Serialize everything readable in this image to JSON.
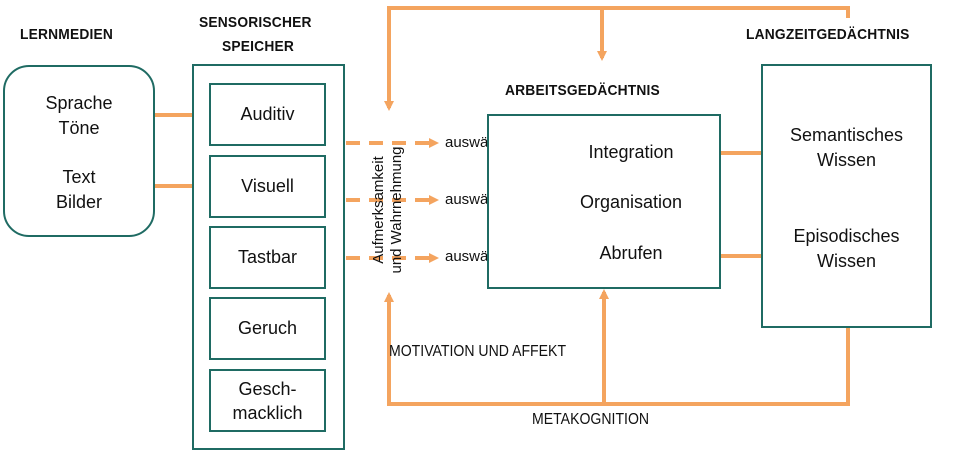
{
  "headings": {
    "lernmedien": "LERNMEDIEN",
    "sensorischer_speicher_1": "SENSORISCHER",
    "sensorischer_speicher_2": "SPEICHER",
    "arbeitsgedaechtnis": "ARBEITSGEDÄCHTNIS",
    "langzeitgedaechtnis": "LANGZEITGEDÄCHTNIS"
  },
  "lernmedien": {
    "line1": "Sprache",
    "line2": "Töne",
    "line3": "Text",
    "line4": "Bilder"
  },
  "sensory_boxes": [
    {
      "line1": "Auditiv",
      "line2": ""
    },
    {
      "line1": "Visuell",
      "line2": ""
    },
    {
      "line1": "Tastbar",
      "line2": ""
    },
    {
      "line1": "Geruch",
      "line2": ""
    },
    {
      "line1": "Gesch-",
      "line2": "macklich"
    }
  ],
  "attention": {
    "line1": "Aufmerksamkeit",
    "line2": "und Wahrnehmung"
  },
  "auswaehlen": [
    "auswählen",
    "auswählen",
    "auswählen"
  ],
  "working_memory": {
    "integration": "Integration",
    "organisation": "Organisation",
    "abrufen": "Abrufen"
  },
  "long_term": {
    "semantic_1": "Semantisches",
    "semantic_2": "Wissen",
    "episodic_1": "Episodisches",
    "episodic_2": "Wissen"
  },
  "labels": {
    "motivation": "MOTIVATION UND AFFEKT",
    "metakognition": "METAKOGNITION"
  },
  "colors": {
    "box_border": "#1f6b63",
    "arrow": "#f4a45f",
    "text": "#111111"
  }
}
